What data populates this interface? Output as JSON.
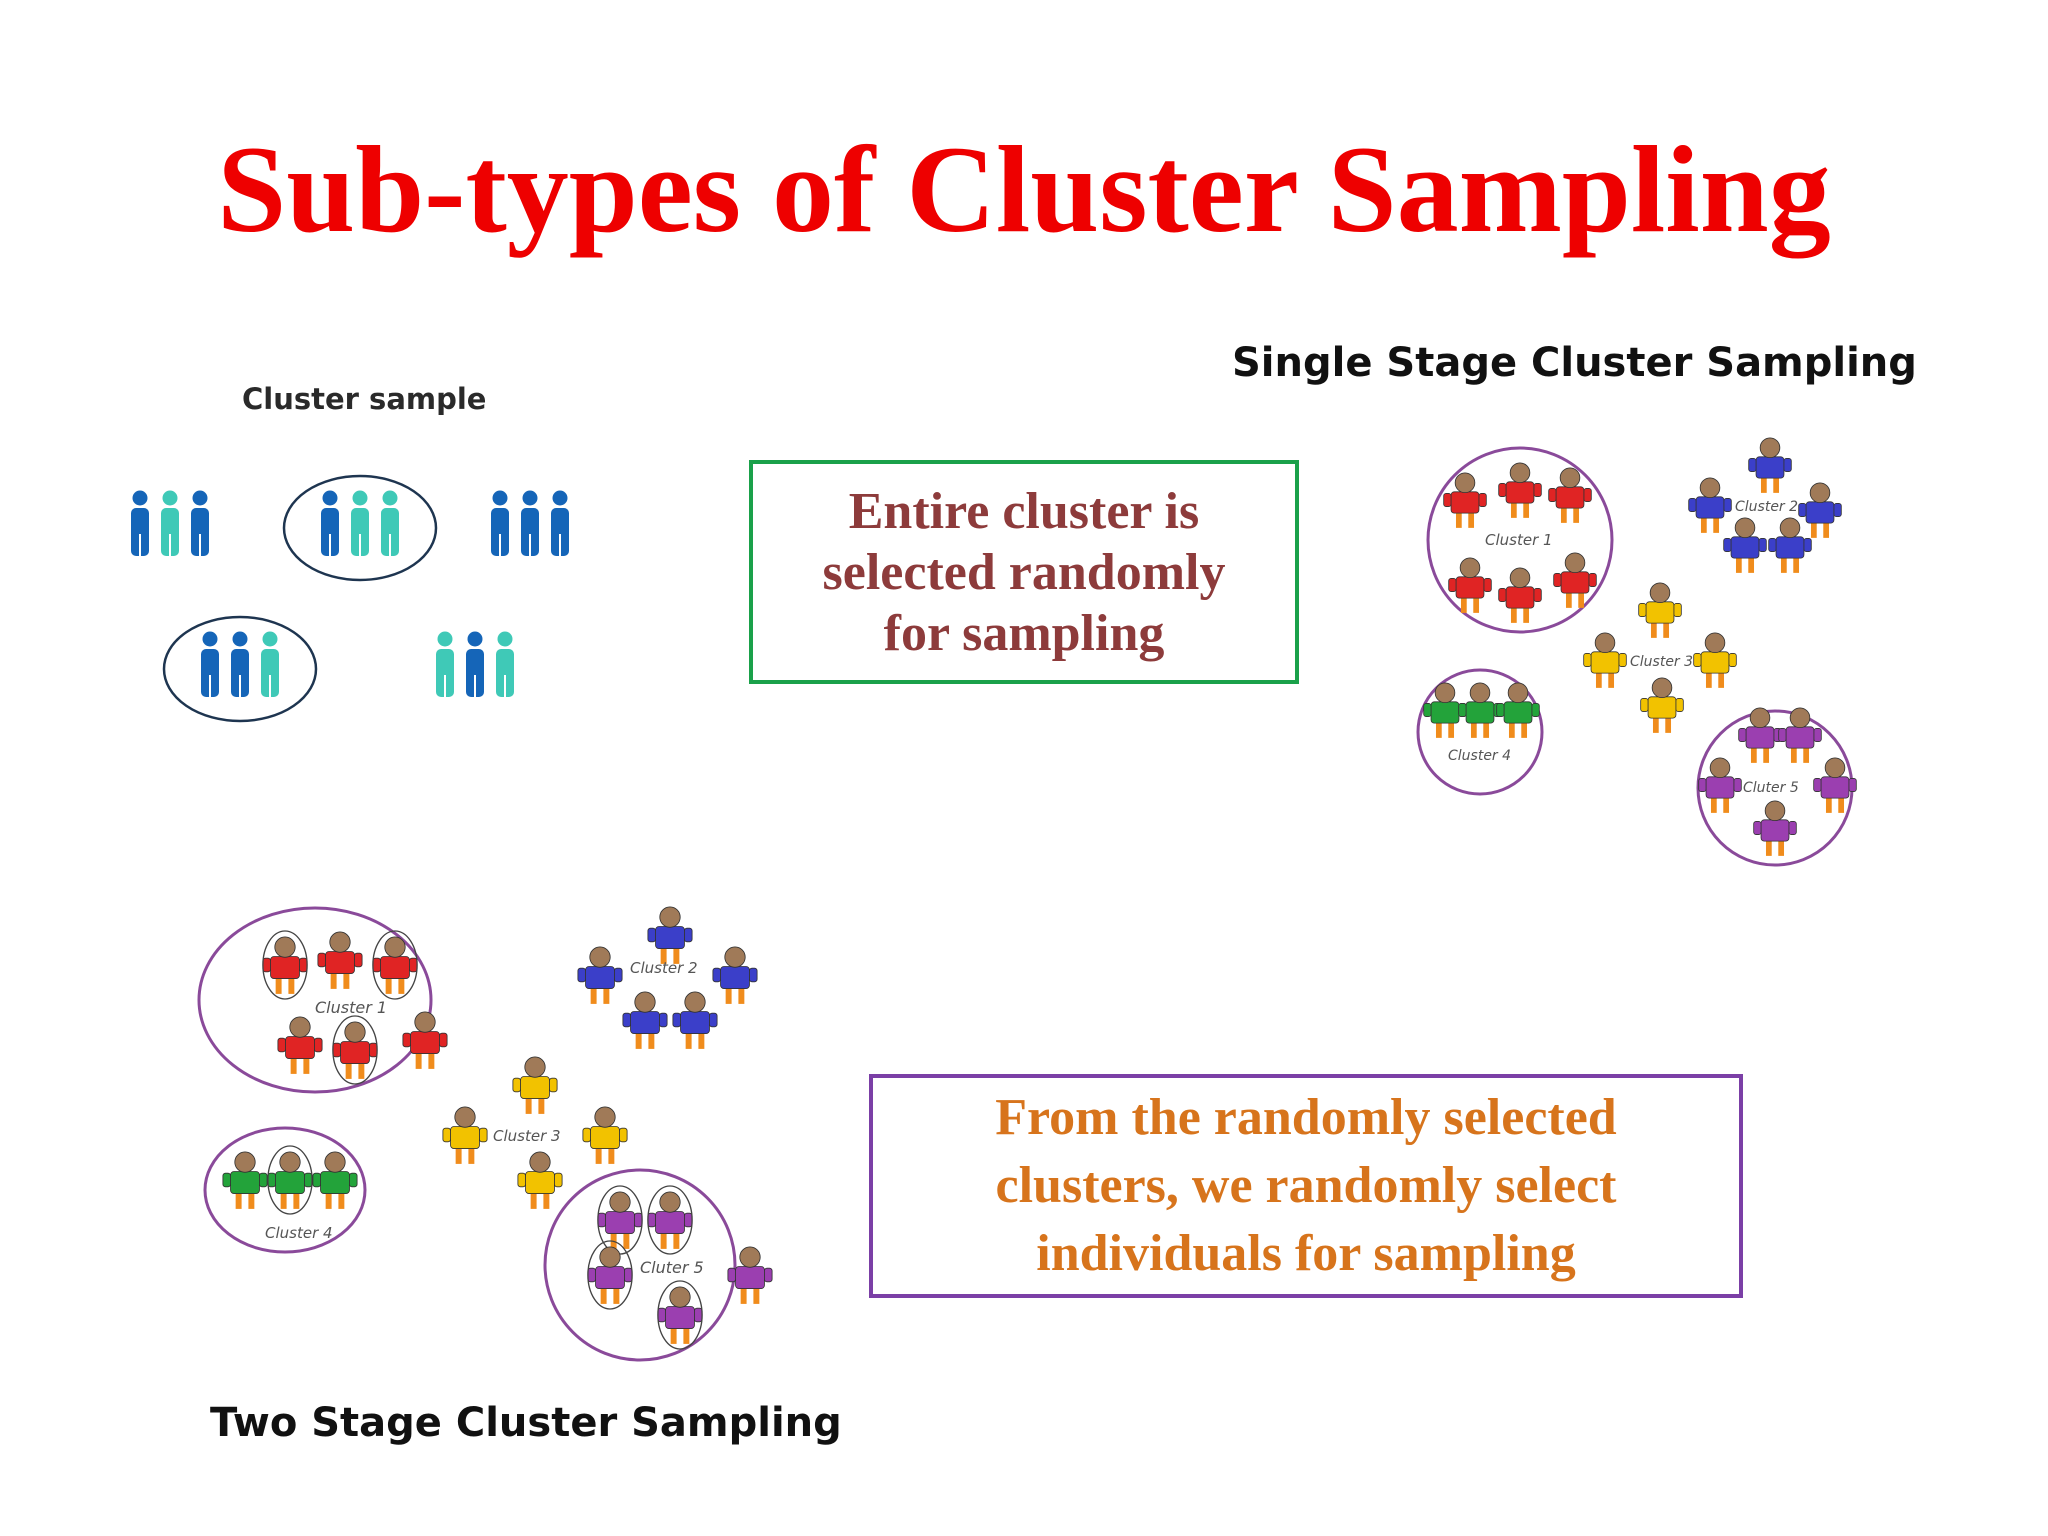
{
  "title": "Sub-types of Cluster Sampling",
  "single_stage": {
    "caption": "Single Stage Cluster Sampling",
    "description_lines": [
      "Entire cluster is",
      "selected randomly",
      "for sampling"
    ],
    "clusters": [
      {
        "label": "Cluster 1",
        "color": "#e02424"
      },
      {
        "label": "Cluster 2",
        "color": "#3b3fc9"
      },
      {
        "label": "Cluster 3",
        "color": "#f2c200"
      },
      {
        "label": "Cluster 4",
        "color": "#23a33a"
      },
      {
        "label": "Cluter 5",
        "color": "#9b3fb0"
      }
    ]
  },
  "two_stage": {
    "caption": "Two Stage Cluster Sampling",
    "description_lines": [
      "From the randomly selected",
      "clusters, we randomly select",
      "individuals for sampling"
    ],
    "clusters": [
      {
        "label": "Cluster 1",
        "color": "#e02424"
      },
      {
        "label": "Cluster 2",
        "color": "#3b3fc9"
      },
      {
        "label": "Cluster 3",
        "color": "#f2c200"
      },
      {
        "label": "Cluster 4",
        "color": "#23a33a"
      },
      {
        "label": "Cluter 5",
        "color": "#9b3fb0"
      }
    ]
  },
  "cluster_sample": {
    "caption": "Cluster sample",
    "colors": {
      "dark": "#1565b8",
      "light": "#3fc9b7"
    }
  },
  "colors": {
    "title": "#ee0000",
    "single_box_border": "#1aa14a",
    "single_box_text": "#8d3b3b",
    "two_box_border": "#7b3fa6",
    "two_box_text": "#d7741c",
    "cluster_ring": "#8a4a9a"
  }
}
